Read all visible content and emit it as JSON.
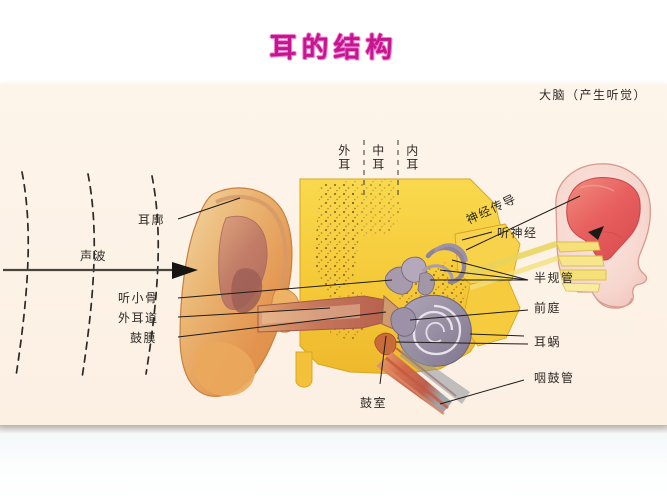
{
  "page": {
    "title": "耳的结构",
    "title_color": "#c4168f",
    "panel_bg": "#fdf3e8"
  },
  "diagram": {
    "type": "anatomy-illustration",
    "subject": "human ear cross-section with brain",
    "sound_wave_label": "声波",
    "brain_label": "大脑（产生听觉）",
    "region_labels": [
      {
        "name": "outer-ear",
        "text": "外耳"
      },
      {
        "name": "middle-ear",
        "text": "中耳"
      },
      {
        "name": "inner-ear",
        "text": "内耳"
      }
    ],
    "left_labels": [
      {
        "name": "auricle",
        "text": "耳廓"
      },
      {
        "name": "ossicles",
        "text": "听小骨"
      },
      {
        "name": "ear-canal",
        "text": "外耳道"
      },
      {
        "name": "eardrum",
        "text": "鼓膜"
      }
    ],
    "right_labels": [
      {
        "name": "nerve-conduction",
        "text": "神经传导"
      },
      {
        "name": "auditory-nerve",
        "text": "听神经"
      },
      {
        "name": "semicircular-canals",
        "text": "半规管"
      },
      {
        "name": "vestibule",
        "text": "前庭"
      },
      {
        "name": "cochlea",
        "text": "耳蜗"
      },
      {
        "name": "eustachian-tube",
        "text": "咽鼓管"
      }
    ],
    "bottom_labels": [
      {
        "name": "tympanic-cavity",
        "text": "鼓室"
      }
    ],
    "colors": {
      "ear_tissue": "#f5c842",
      "auricle": "#e8a55c",
      "cochlea": "#9a90a8",
      "brain": "#e8605f",
      "skin": "#f6d7cf",
      "nerve": "#f2de6a",
      "tube": "#d2664a"
    }
  }
}
